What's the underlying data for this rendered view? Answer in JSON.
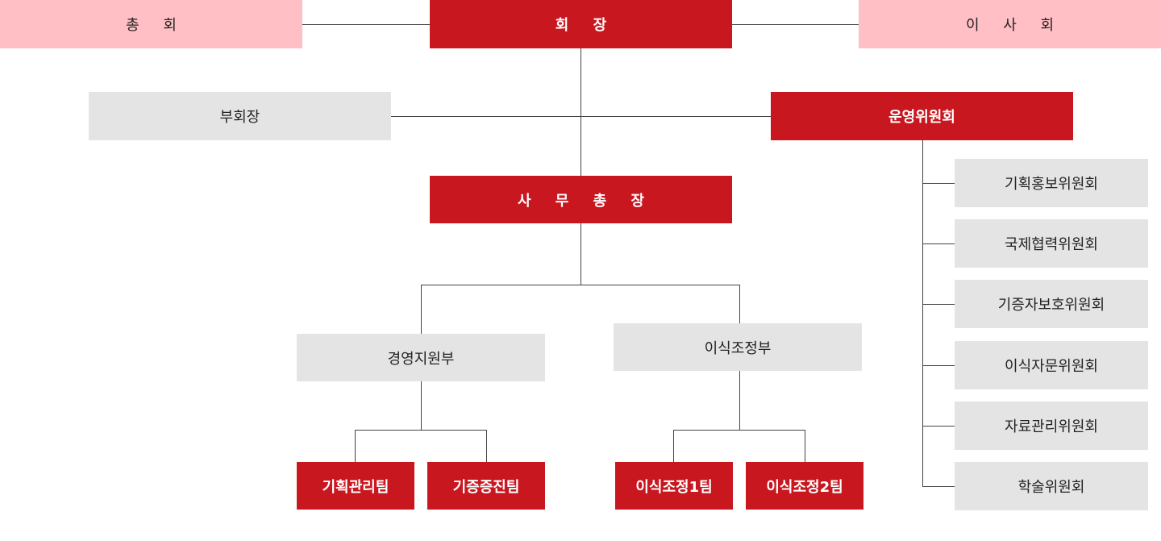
{
  "top": {
    "general_assembly": "총 회",
    "president": "회 장",
    "board": "이 사 회"
  },
  "second": {
    "vice_president": "부회장",
    "steering_committee": "운영위원회"
  },
  "secretary_general": "사 무 총 장",
  "departments": {
    "management_support": "경영지원부",
    "transplant_coordination": "이식조정부"
  },
  "teams": {
    "planning_management": "기획관리팀",
    "donation_promotion": "기증증진팀",
    "coordination_1": "이식조정1팀",
    "coordination_2": "이식조정2팀"
  },
  "committees": [
    "기획홍보위원회",
    "국제협력위원회",
    "기증자보호위원회",
    "이식자문위원회",
    "자료관리위원회",
    "학술위원회"
  ],
  "colors": {
    "primary_red": "#c8171f",
    "pink": "#ffbfc4",
    "gray": "#e4e4e4"
  }
}
